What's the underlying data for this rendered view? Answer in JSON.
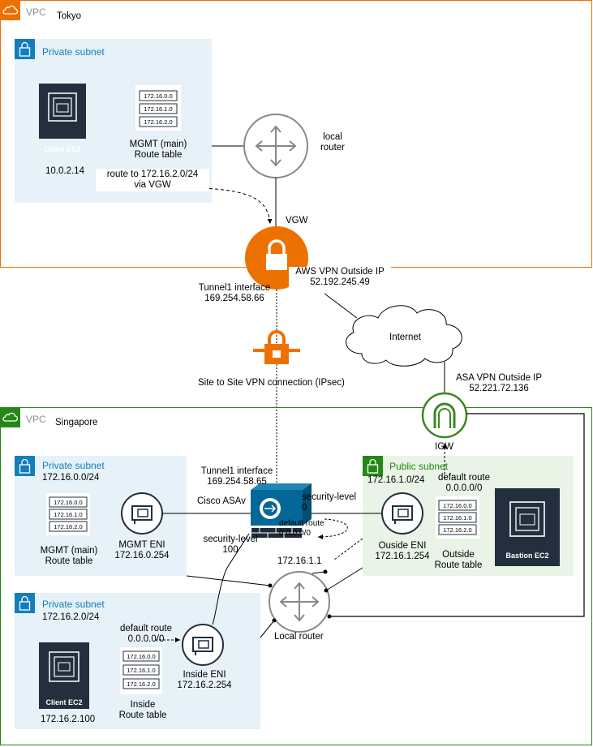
{
  "tokyo": {
    "vpc_label": "VPC",
    "region": "Tokyo",
    "subnet_title": "Private subnet",
    "client_ec2": "Client EC2",
    "client_ip": "10.0.2.14",
    "route_table_rows": [
      "172.16.0.0",
      "172.16.1.0",
      "172.16.2.0"
    ],
    "route_table_line1": "MGMT (main)",
    "route_table_line2": "Route table",
    "route_note_line1": "route to 172.16.2.0/24",
    "route_note_line2": "via VGW",
    "router_line1": "local",
    "router_line2": "router",
    "vgw_label": "VGW"
  },
  "vpn": {
    "aws_outside_line1": "AWS VPN Outside IP",
    "aws_outside_line2": "52.192.245.49",
    "tunnel_aws_line1": "Tunnel1 interface",
    "tunnel_aws_line2": "169.254.58.66",
    "connection_label": "Site to Site VPN connection (IPsec)",
    "internet_label": "Internet",
    "asa_outside_line1": "ASA VPN Outside IP",
    "asa_outside_line2": "52.221.72.136",
    "igw_label": "IGW"
  },
  "singapore": {
    "vpc_label": "VPC",
    "region": "Singapore",
    "mgmt_subnet": {
      "title": "Private subnet",
      "cidr": "172.16.0.0/24",
      "rt_rows": [
        "172.16.0.0",
        "172.16.1.0",
        "172.16.2.0"
      ],
      "rt_line1": "MGMT (main)",
      "rt_line2": "Route table",
      "eni_line1": "MGMT ENI",
      "eni_line2": "172.16.0.254"
    },
    "inside_subnet": {
      "title": "Private subnet",
      "cidr": "172.16.2.0/24",
      "client_ec2": "Client EC2",
      "client_ip": "172.16.2.100",
      "default_route_line1": "default route",
      "default_route_line2": "0.0.0.0/0",
      "rt_rows": [
        "172.16.0.0",
        "172.16.1.0",
        "172.16.2.0"
      ],
      "rt_line1": "Inside",
      "rt_line2": "Route table",
      "eni_line1": "Inside ENI",
      "eni_line2": "172.16.2.254"
    },
    "public_subnet": {
      "title": "Public subnet",
      "cidr": "172.16.1.0/24",
      "default_route_line1": "default route",
      "default_route_line2": "0.0.0.0/0",
      "rt_rows": [
        "172.16.0.0",
        "172.16.1.0",
        "172.16.2.0"
      ],
      "rt_line1": "Outside",
      "rt_line2": "Route table",
      "eni_line1": "Ouside ENI",
      "eni_line2": "172.16.1.254",
      "bastion": "Bastion EC2"
    },
    "asa": {
      "tunnel_line1": "Tunnel1 interface",
      "tunnel_line2": "169.254.58.65",
      "name": "Cisco ASAv",
      "sec0_line1": "security-level",
      "sec0_line2": "0",
      "sec100_line1": "security-level",
      "sec100_line2": "100",
      "default_route_line1": "default route",
      "default_route_line2": "0.0.0.0/0"
    },
    "router_ip": "172.16.1.1",
    "router_label": "Local router"
  },
  "colors": {
    "vpc_tokyo": "#ED7100",
    "vpc_singapore": "#248814",
    "private_subnet_fill": "#E6F2F8",
    "public_subnet_fill": "#E9F3E6",
    "private_subnet_text": "#147EBA",
    "public_subnet_text": "#248814",
    "ec2_dark": "#232F3E",
    "vpn_orange": "#ED7100",
    "asa_blue": "#036897",
    "igw_green": "#3F8624",
    "router_gray": "#878787"
  },
  "icons": [
    "vpc-cloud-icon",
    "lock-icon",
    "ec2-chip-icon",
    "route-table-icon",
    "router-icon",
    "vpn-gateway-icon",
    "vpn-connection-icon",
    "internet-cloud-icon",
    "internet-gateway-icon",
    "network-interface-icon",
    "cisco-asa-icon"
  ]
}
